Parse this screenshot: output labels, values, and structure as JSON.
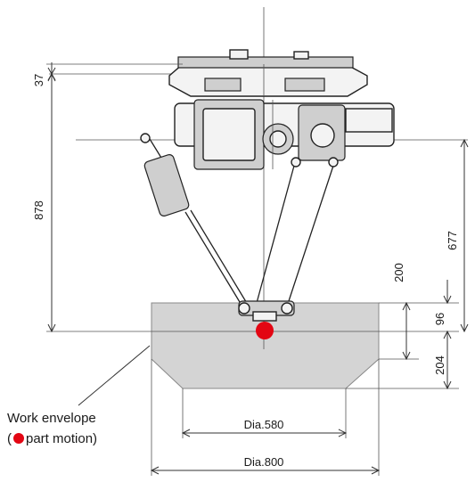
{
  "dimensions": {
    "base_thickness": "37",
    "total_height": "878",
    "arm_height": "677",
    "envelope_upper": "200",
    "envelope_mid": "96",
    "envelope_lower": "204",
    "inner_diameter": "Dia.580",
    "outer_diameter": "Dia.800"
  },
  "callout": {
    "line1": "Work envelope",
    "line2_open": "(",
    "line2_text": "part motion)"
  },
  "colors": {
    "envelope_fill": "#d4d4d4",
    "marker": "#e30613"
  }
}
